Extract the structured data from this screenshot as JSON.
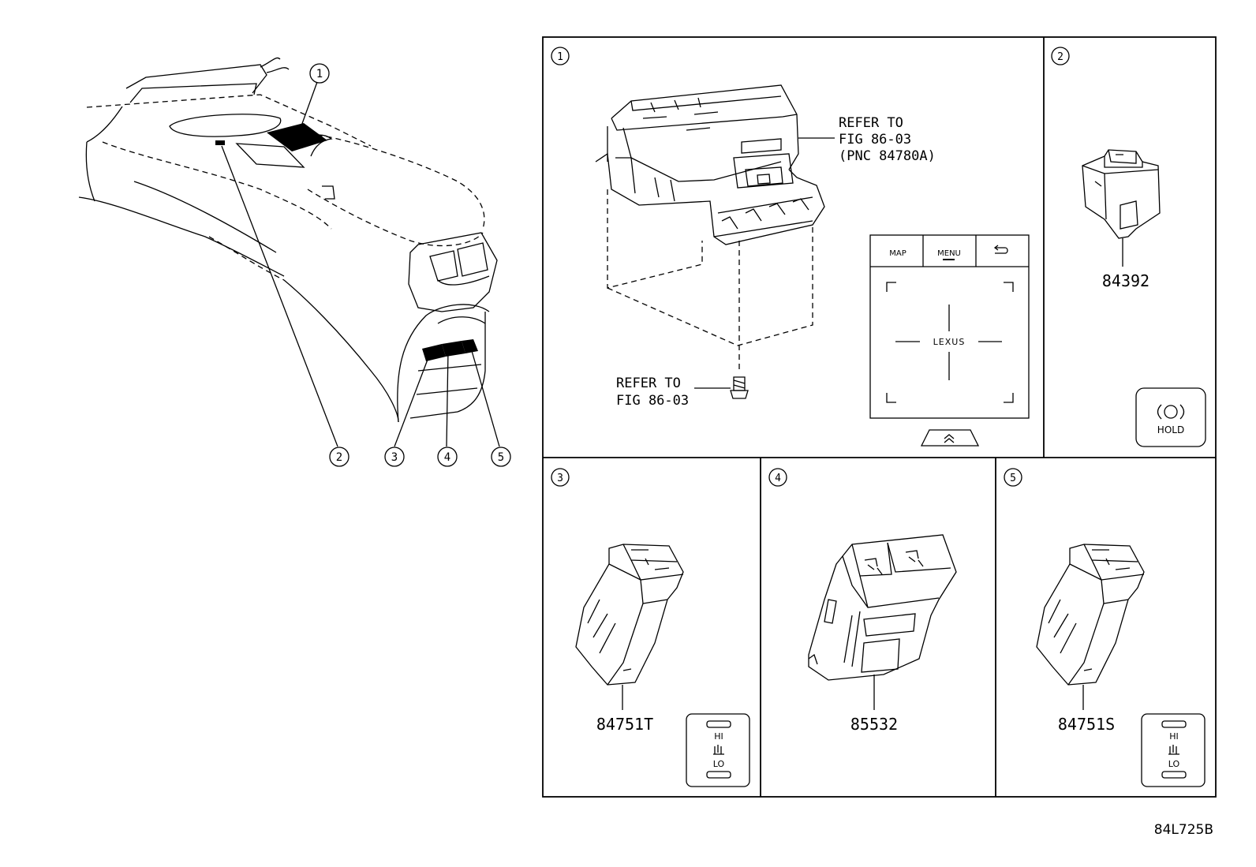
{
  "callouts": {
    "overview": [
      "1",
      "2",
      "3",
      "4",
      "5"
    ]
  },
  "panels": {
    "p1": {
      "number": "1",
      "refer_top": [
        "REFER TO",
        "FIG 86-03",
        "(PNC 84780A)"
      ],
      "refer_bottom": [
        "REFER TO",
        "FIG 86-03"
      ],
      "touchpad": {
        "map_label": "MAP",
        "menu_label": "MENU",
        "back_icon": "back-arrow-icon",
        "logo_text": "LEXUS",
        "up_icon": "double-chevron-up-icon"
      }
    },
    "p2": {
      "number": "2",
      "part": "84392",
      "hold_label": "HOLD",
      "hold_icon": "brake-hold-icon"
    },
    "p3": {
      "number": "3",
      "part": "84751T",
      "hi_label": "HI",
      "lo_label": "LO",
      "seat_icon": "seat-heater-icon"
    },
    "p4": {
      "number": "4",
      "part": "85532"
    },
    "p5": {
      "number": "5",
      "part": "84751S",
      "hi_label": "HI",
      "lo_label": "LO",
      "seat_icon": "seat-heater-icon"
    }
  },
  "figure_code": "84L725B"
}
